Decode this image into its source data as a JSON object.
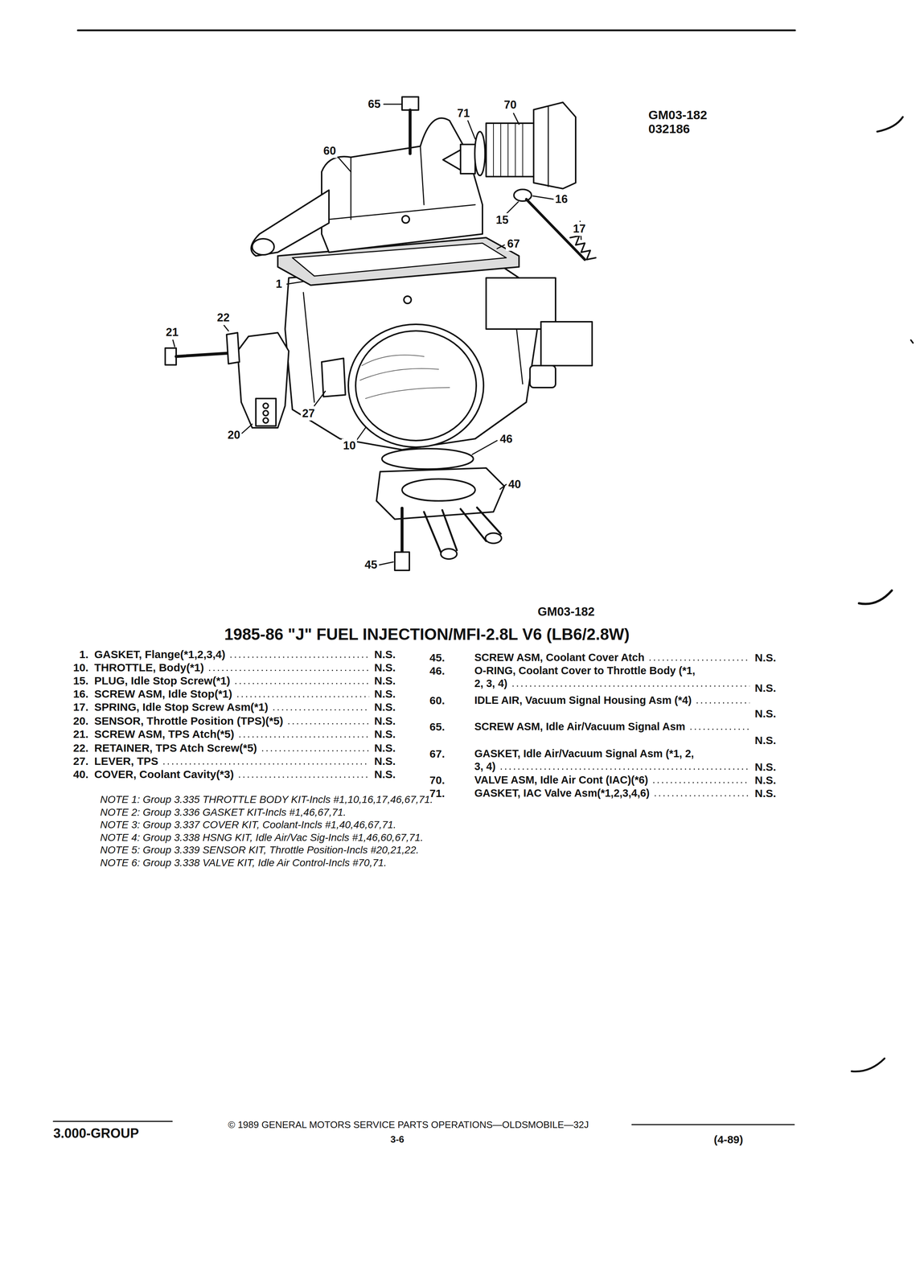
{
  "diagram": {
    "title": "1985-86 \"J\" FUEL INJECTION/MFI-2.8L V6 (LB6/2.8W)",
    "labels": [
      "GM03-182",
      "032186",
      "65",
      "71",
      "70",
      "60",
      "16",
      "15",
      "17",
      "67",
      "1",
      "22",
      "21",
      "27",
      "20",
      "10",
      "46",
      "40",
      "45",
      "GM03-182",
      "1.",
      "GASKET, Flange(*1,2,3,4)",
      "N.S.",
      "10.",
      "THROTTLE, Body(*1)",
      "N.S.",
      "15.",
      "PLUG, Idle Stop Screw(*1)",
      "N.S.",
      "16.",
      "SCREW ASM, Idle Stop(*1)",
      "N.S.",
      "17.",
      "SPRING, Idle Stop Screw Asm(*1)",
      "N.S.",
      "20.",
      "SENSOR, Throttle Position (TPS)(*5)",
      "N.S.",
      "21.",
      "SCREW ASM, TPS Atch(*5)",
      "N.S.",
      "22.",
      "RETAINER, TPS Atch Screw(*5)",
      "N.S.",
      "27.",
      "LEVER, TPS",
      "N.S.",
      "40.",
      "COVER, Coolant Cavity(*3)",
      "N.S.",
      "45.",
      "SCREW ASM, Coolant Cover Atch",
      "N.S.",
      "46.",
      "O-RING, Coolant Cover to Throttle Body (*1, 2, 3, 4)",
      "N.S.",
      "60.",
      "IDLE AIR, Vacuum Signal Housing Asm (*4)",
      "N.S.",
      "65.",
      "SCREW ASM, Idle Air/Vacuum Signal Asm",
      "N.S.",
      "67.",
      "GASKET, Idle Air/Vacuum Signal Asm (*1, 2, 3, 4)",
      "N.S.",
      "70.",
      "VALVE ASM, Idle Air Cont (IAC)(*6)",
      "N.S.",
      "71.",
      "GASKET, IAC Valve Asm(*1,2,3,4,6)",
      "N.S.",
      "NOTE 1: Group 3.335 THROTTLE BODY KIT-Incls #1,10,16,17,46,67,71.",
      "NOTE 2: Group 3.336 GASKET KIT-Incls #1,46,67,71.",
      "NOTE 3: Group 3.337 COVER KIT, Coolant-Incls #1,40,46,67,71.",
      "NOTE 4: Group 3.338 HSNG KIT, Idle Air/Vac Sig-Incls #1,46,60,67,71.",
      "NOTE 5: Group 3.339 SENSOR KIT, Throttle Position-Incls #20,21,22.",
      "NOTE 6: Group 3.338 VALVE KIT, Idle Air Control-Incls #70,71.",
      "3.000-GROUP",
      "© 1989 GENERAL MOTORS SERVICE PARTS OPERATIONS—OLDSMOBILE—32J",
      "3-6",
      "(4-89)"
    ]
  }
}
